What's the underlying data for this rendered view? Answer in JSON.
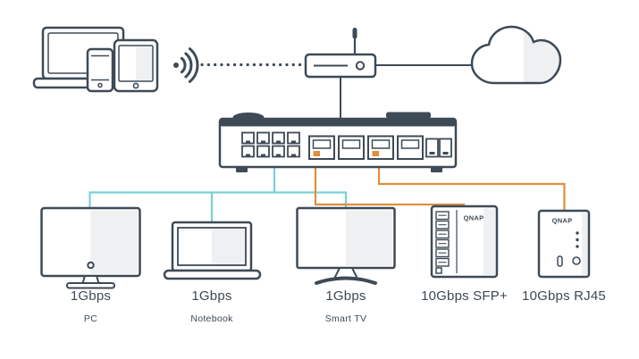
{
  "brand": "QNAP",
  "colors": {
    "outline": "#3e4a56",
    "teal_link": "#79d0d8",
    "orange_link": "#df8e3e",
    "shade": "#eef0f2",
    "background": "#ffffff"
  },
  "icons": [
    "laptop-icon",
    "smartphone-icon",
    "tablet-icon",
    "wifi-signal-icon",
    "router-icon",
    "antenna-icon",
    "cloud-icon",
    "switch-icon",
    "ethernet-port-icon",
    "sfp-port-icon",
    "monitor-icon",
    "notebook-icon",
    "smart-tv-icon",
    "nas-tower-icon",
    "nas-compact-icon"
  ],
  "links": [
    {
      "style": "dotted",
      "color": "dark",
      "from": "wifi-signal",
      "to": "router"
    },
    {
      "style": "solid",
      "color": "dark",
      "from": "router",
      "to": "cloud"
    },
    {
      "style": "solid",
      "color": "dark",
      "from": "router",
      "to": "switch"
    },
    {
      "style": "solid",
      "color": "teal",
      "from": "switch",
      "to": "PC / Notebook / Smart TV"
    },
    {
      "style": "solid",
      "color": "orange",
      "from": "switch",
      "to": "NAS SFP+"
    },
    {
      "style": "solid",
      "color": "orange",
      "from": "switch",
      "to": "NAS RJ45"
    }
  ],
  "endpoints": [
    {
      "speed": "1Gbps",
      "name": "PC"
    },
    {
      "speed": "1Gbps",
      "name": "Notebook"
    },
    {
      "speed": "1Gbps",
      "name": "Smart TV"
    },
    {
      "speed": "10Gbps SFP+",
      "name": ""
    },
    {
      "speed": "10Gbps RJ45",
      "name": ""
    }
  ]
}
